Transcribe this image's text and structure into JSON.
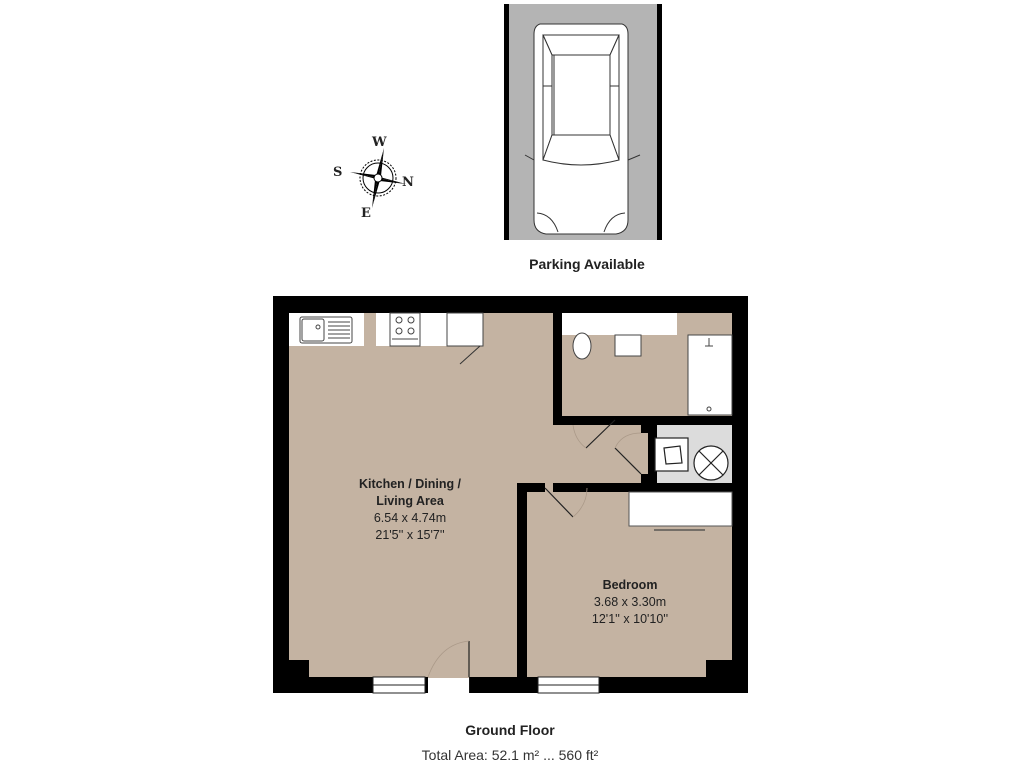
{
  "compass": {
    "top": "W",
    "left": "S",
    "right": "N",
    "bottom": "E"
  },
  "parking": {
    "caption": "Parking Available"
  },
  "rooms": {
    "kitchen": {
      "name_line1": "Kitchen / Dining /",
      "name_line2": "Living Area",
      "metric": "6.54 x 4.74m",
      "imperial": "21'5'' x 15'7''"
    },
    "bedroom": {
      "name": "Bedroom",
      "metric": "3.68 x 3.30m",
      "imperial": "12'1'' x 10'10''"
    }
  },
  "footer": {
    "floor": "Ground Floor",
    "total_area": "Total Area: 52.1 m² ... 560 ft²"
  },
  "colors": {
    "floor": "#c4b3a2",
    "wall": "#000000",
    "cupboard_floor": "#dcdcdc",
    "parking_bay": "#b4b4b4"
  }
}
